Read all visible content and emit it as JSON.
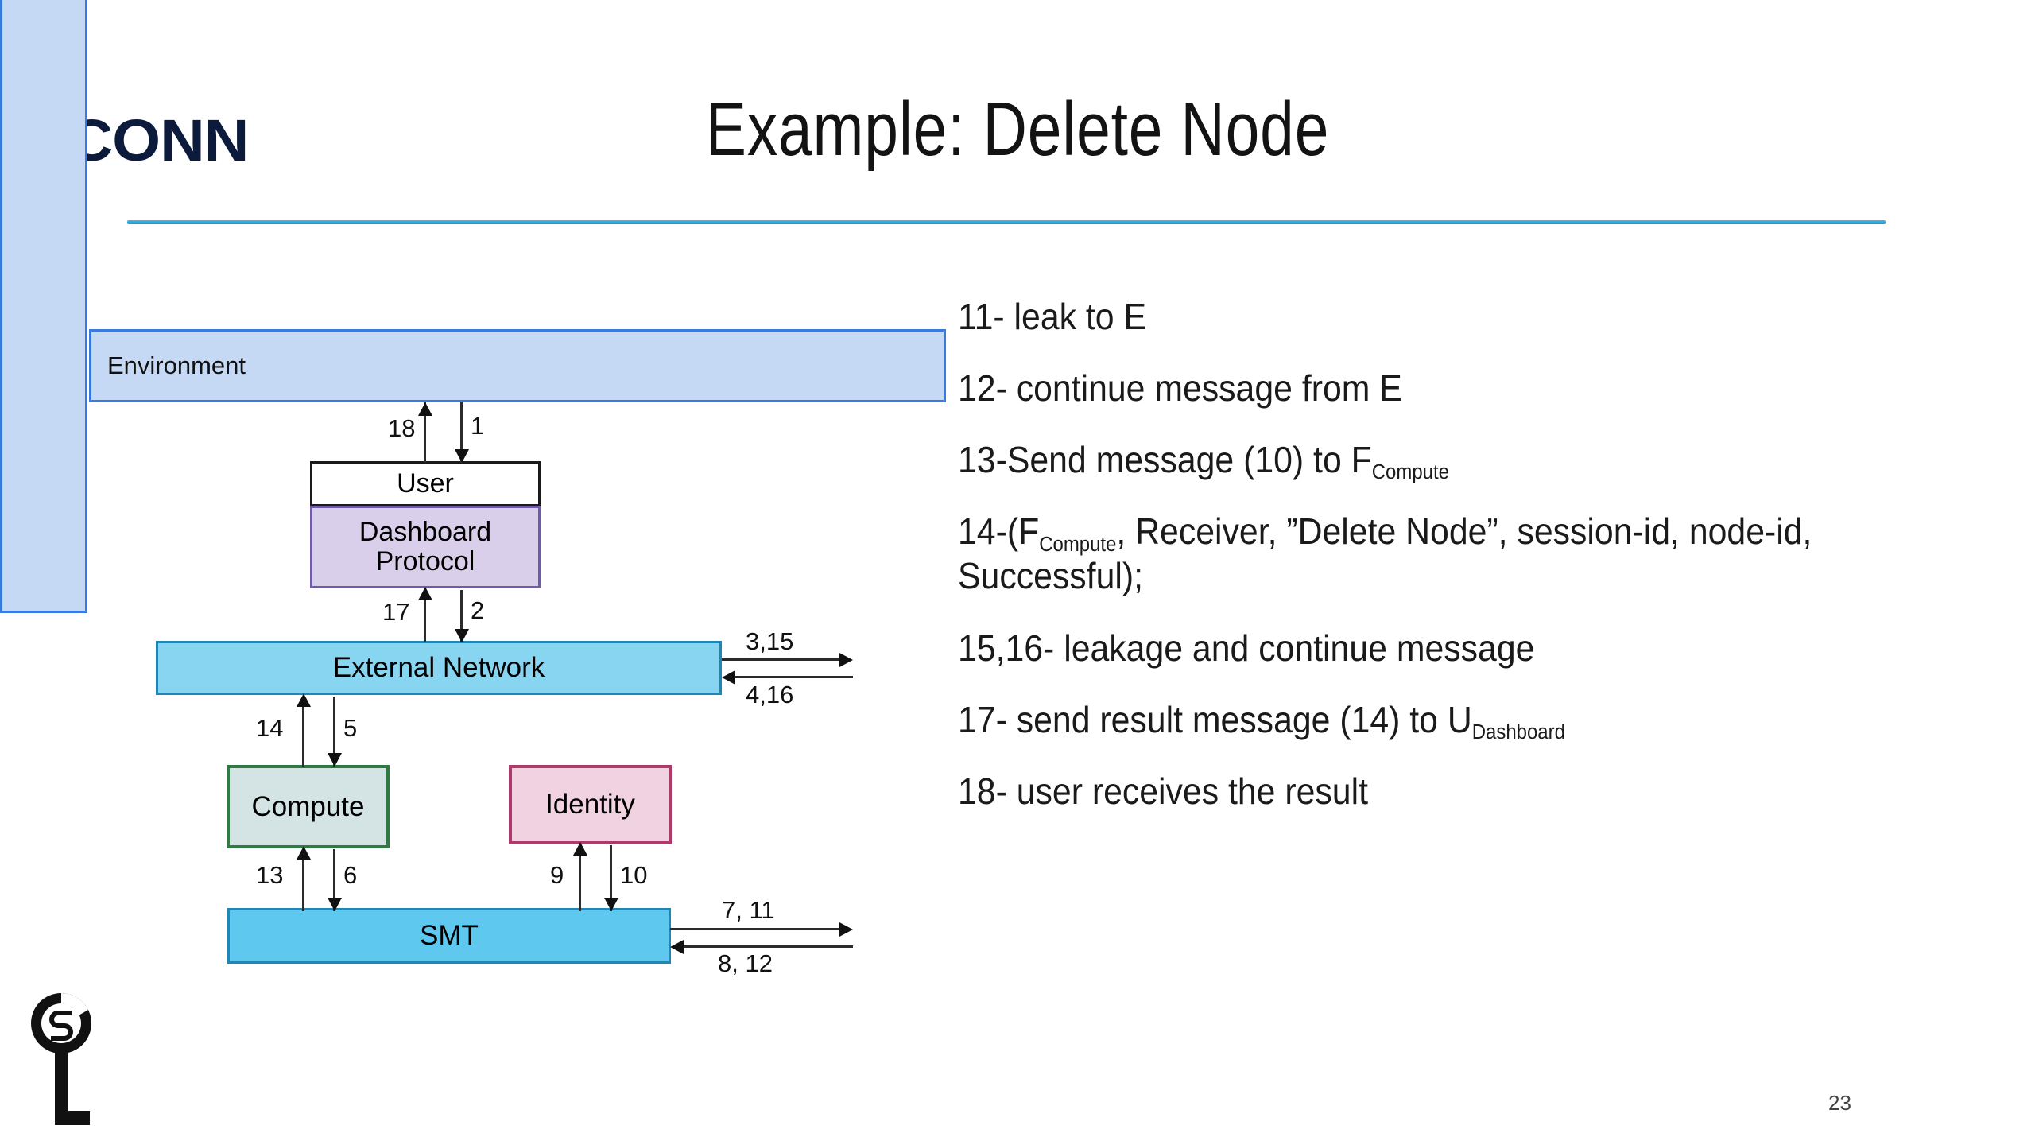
{
  "header": {
    "brand": "UCONN",
    "title": "Example: Delete Node"
  },
  "diagram": {
    "boxes": {
      "environment": "Environment",
      "user": "User",
      "dashboard_protocol": "Dashboard\nProtocol",
      "external_network": "External Network",
      "compute": "Compute",
      "identity": "Identity",
      "smt": "SMT"
    },
    "arrow_labels": {
      "env_user_up": "18",
      "env_user_down": "1",
      "dash_net_up": "17",
      "dash_net_down": "2",
      "net_compute_up": "14",
      "net_compute_down": "5",
      "compute_smt_up": "13",
      "compute_smt_down": "6",
      "identity_smt_up": "9",
      "identity_smt_down": "10",
      "net_env_out": "3,15",
      "net_env_in": "4,16",
      "smt_env_out": "7, 11",
      "smt_env_in": "8, 12"
    }
  },
  "steps": [
    {
      "num": "11-",
      "text": " leak to E",
      "sub": "",
      "tail": ""
    },
    {
      "num": "12-",
      "text": " continue message from E",
      "sub": "",
      "tail": ""
    },
    {
      "num": "13-",
      "text": "Send message (10) to F",
      "sub": "Compute",
      "tail": ""
    },
    {
      "num": "14-",
      "text": "(F",
      "sub": "Compute",
      "tail": ", Receiver, ”Delete Node”, session-id, node-id, Successful);"
    },
    {
      "num": "15,16-",
      "text": " leakage and continue message",
      "sub": "",
      "tail": ""
    },
    {
      "num": "17-",
      "text": " send result message (14) to U",
      "sub": "Dashboard",
      "tail": ""
    },
    {
      "num": "18-",
      "text": " user receives the result",
      "sub": "",
      "tail": ""
    }
  ],
  "footer": {
    "page_number": "23"
  },
  "colors": {
    "accent_rule": "#1a9ad6",
    "brand_navy": "#0c1a3c",
    "environment_fill": "#c5d9f5",
    "environment_border": "#3a79e0",
    "dashboard_fill": "#d9cfeb",
    "network_fill": "#87d5f0",
    "smt_fill": "#5ec8ef",
    "compute_fill": "#d4e4e4",
    "compute_border": "#2f7a43",
    "identity_fill": "#f1d2e0",
    "identity_border": "#ad3a6b"
  }
}
